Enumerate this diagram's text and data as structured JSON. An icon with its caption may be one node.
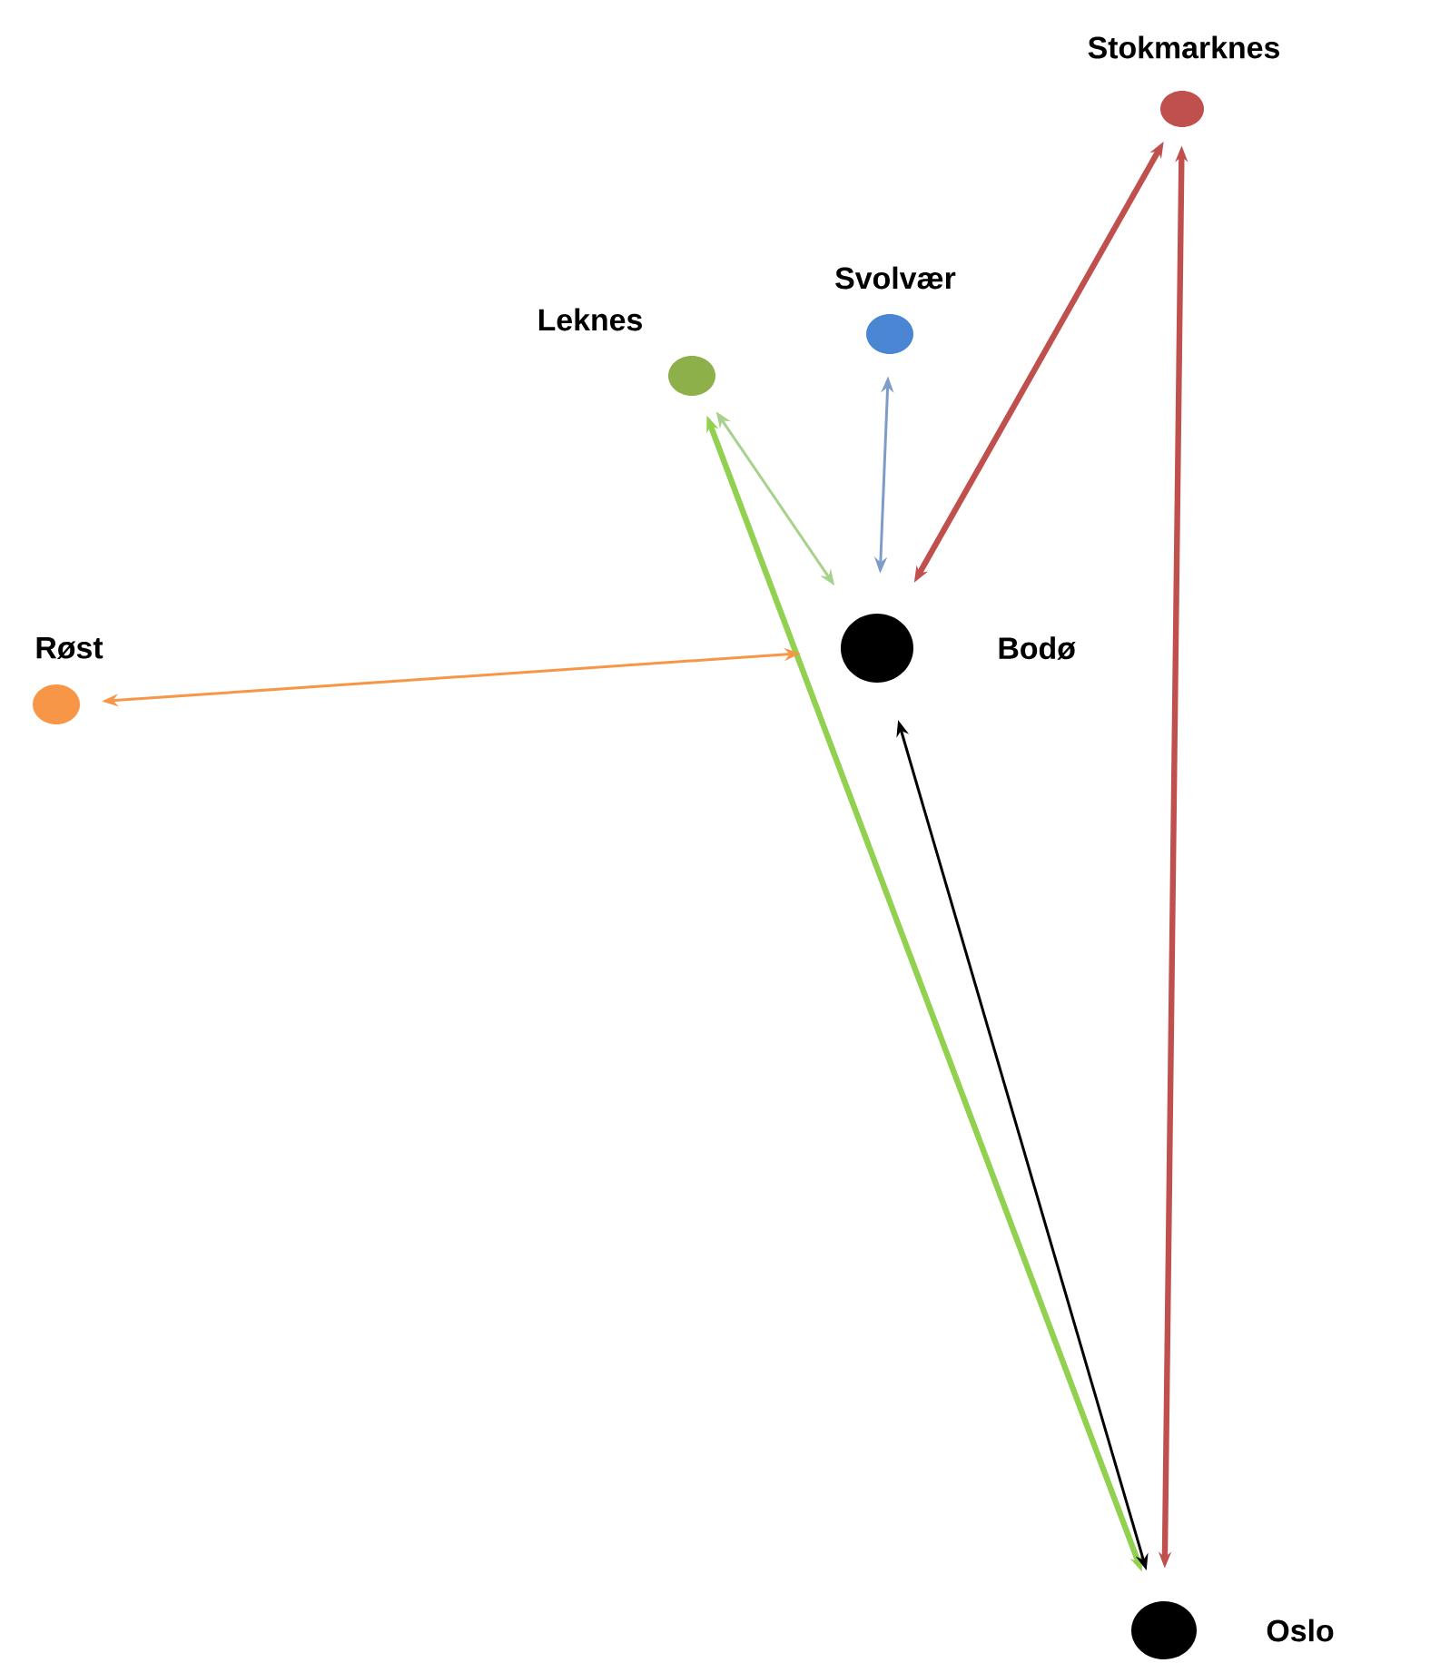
{
  "diagram": {
    "nodes": [
      {
        "text": [
          "Stokmarknes"
        ]
      },
      {
        "text": [
          "Svolvær"
        ]
      },
      {
        "text": [
          "Leknes"
        ]
      },
      {
        "text": [
          "Røst"
        ]
      },
      {
        "text": [
          "Bodø"
        ]
      },
      {
        "text": [
          "Oslo"
        ]
      }
    ],
    "edges": [
      {
        "from": 4,
        "to": 0,
        "arrow": "both",
        "color": "#c0504d",
        "style": "thick"
      },
      {
        "from": 5,
        "to": 0,
        "arrow": "both",
        "color": "#c0504d",
        "style": "thick"
      },
      {
        "from": 4,
        "to": 1,
        "arrow": "both",
        "color": "#7f9cc8"
      },
      {
        "from": 4,
        "to": 2,
        "arrow": "both",
        "color": "#a9d18e"
      },
      {
        "from": 5,
        "to": 2,
        "arrow": "both",
        "color": "#92d050",
        "style": "thick"
      },
      {
        "from": 5,
        "to": 4,
        "arrow": "both",
        "color": "#000000"
      },
      {
        "from": 4,
        "to": 3,
        "arrow": "both",
        "color": "#f79646"
      }
    ]
  }
}
